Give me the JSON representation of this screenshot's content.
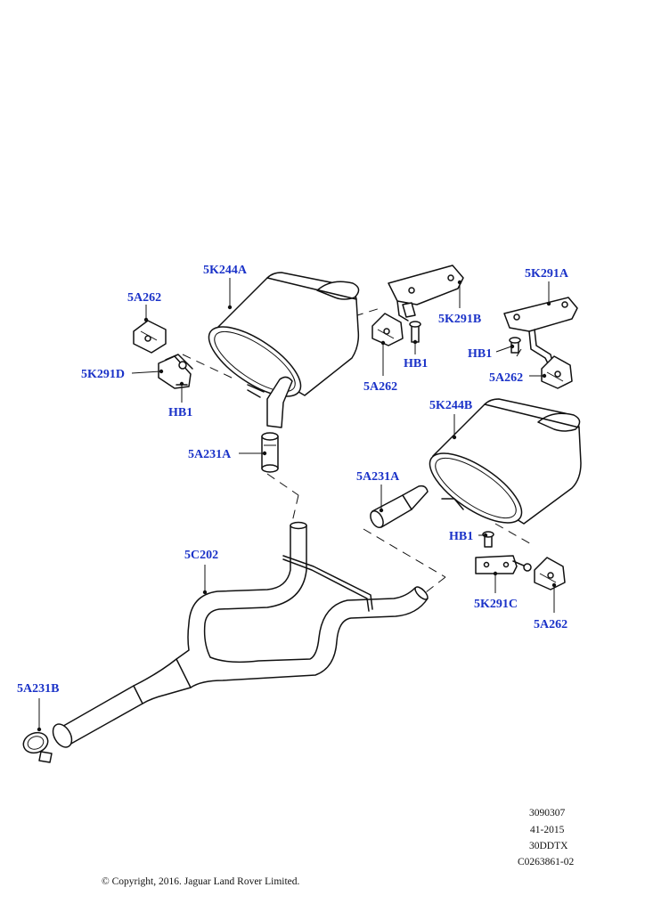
{
  "labels": {
    "muffler_left": "5K244A",
    "clamp_left_top": "5A262",
    "bracket_left": "5K291D",
    "bolt_left": "HB1",
    "pipe_left": "5A231A",
    "bracket_center": "5K291B",
    "bolt_center": "HB1",
    "clamp_center": "5A262",
    "bracket_right_top": "5K291A",
    "bolt_right_top": "HB1",
    "clamp_right_top": "5A262",
    "muffler_right": "5K244B",
    "pipe_right": "5A231A",
    "bolt_right_bottom": "HB1",
    "bracket_right_bottom": "5K291C",
    "clamp_right_bottom": "5A262",
    "y_pipe": "5C202",
    "clamp_front": "5A231B"
  },
  "reference": {
    "line1": "3090307",
    "line2": "41-2015",
    "line3": "30DDTX",
    "line4": "C0263861-02"
  },
  "copyright": "© Copyright, 2016. Jaguar Land Rover Limited.",
  "colors": {
    "label": "#1a32c8",
    "line": "#111111"
  }
}
